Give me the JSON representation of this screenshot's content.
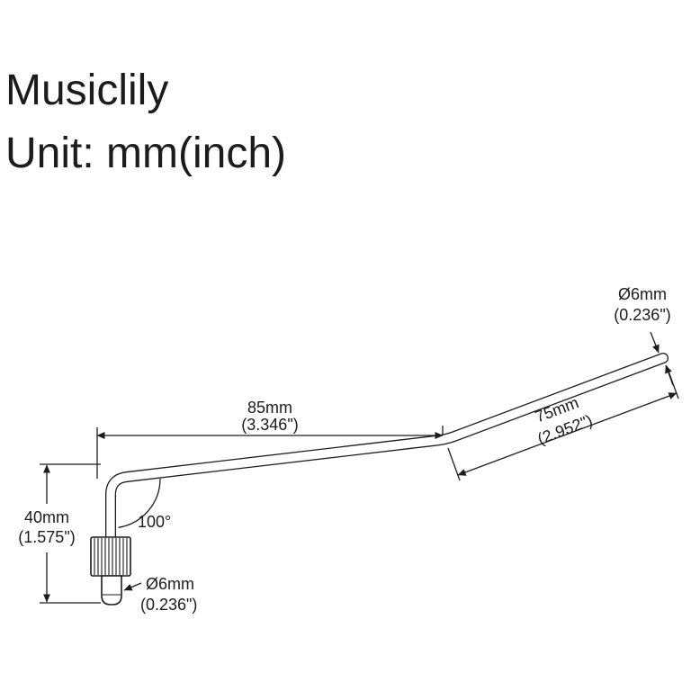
{
  "header": {
    "brand": "Musiclily",
    "unit_label": "Unit: mm(inch)"
  },
  "annotations": {
    "dim_85": {
      "mm": "85mm",
      "inch": "(3.346\")"
    },
    "dim_75": {
      "mm": "75mm",
      "inch": "(2.952\")"
    },
    "dim_40": {
      "mm": "40mm",
      "inch": "(1.575\")"
    },
    "angle": {
      "value": "100°"
    },
    "dia_tip": {
      "mm": "Ø6mm",
      "inch": "(0.236\")"
    },
    "dia_thread": {
      "mm": "Ø6mm",
      "inch": "(0.236\")"
    }
  },
  "colors": {
    "ink": "#1c1c1c",
    "background": "#ffffff"
  }
}
